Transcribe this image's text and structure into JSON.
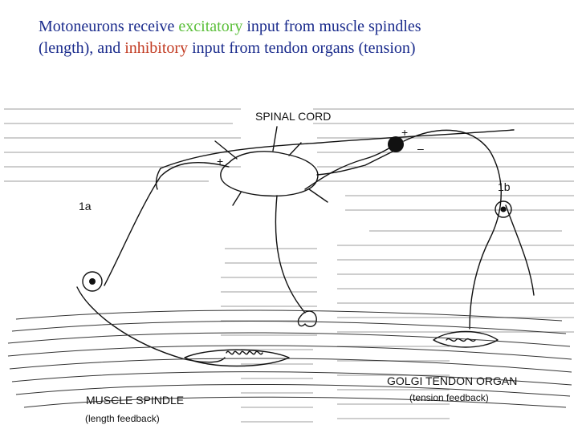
{
  "title": {
    "line1_a": "Motoneurons receive ",
    "line1_exc": "excitatory",
    "line1_b": " input from muscle spindles",
    "line2_a": "(length), and ",
    "line2_inh": "inhibitory",
    "line2_b": " input from tendon organs (tension)"
  },
  "colors": {
    "title": "#1a2b8c",
    "excitatory": "#5bbf3a",
    "inhibitory": "#c23b22"
  },
  "diagram": {
    "spinal_cord": "SPINAL CORD",
    "label_1a": "1a",
    "label_1b": "1b",
    "plus_1": "+",
    "plus_2": "+",
    "minus": "–",
    "muscle_spindle": "MUSCLE SPINDLE",
    "length_feedback": "(length feedback)",
    "golgi_tendon_organ": "GOLGI TENDON ORGAN",
    "tension_feedback": "(tension feedback)"
  }
}
